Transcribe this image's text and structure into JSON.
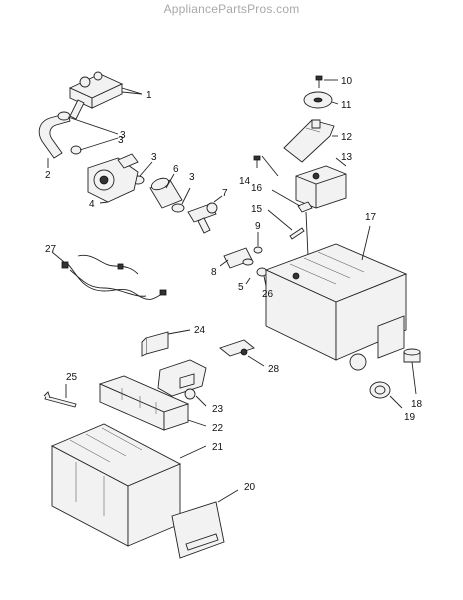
{
  "site": {
    "watermark": "AppliancePartsPros.com"
  },
  "callouts": [
    "1",
    "2",
    "3",
    "3",
    "3",
    "3",
    "4",
    "5",
    "6",
    "7",
    "8",
    "9",
    "10",
    "11",
    "12",
    "13",
    "14",
    "15",
    "16",
    "17",
    "18",
    "19",
    "20",
    "21",
    "22",
    "23",
    "24",
    "25",
    "26",
    "27",
    "28"
  ]
}
